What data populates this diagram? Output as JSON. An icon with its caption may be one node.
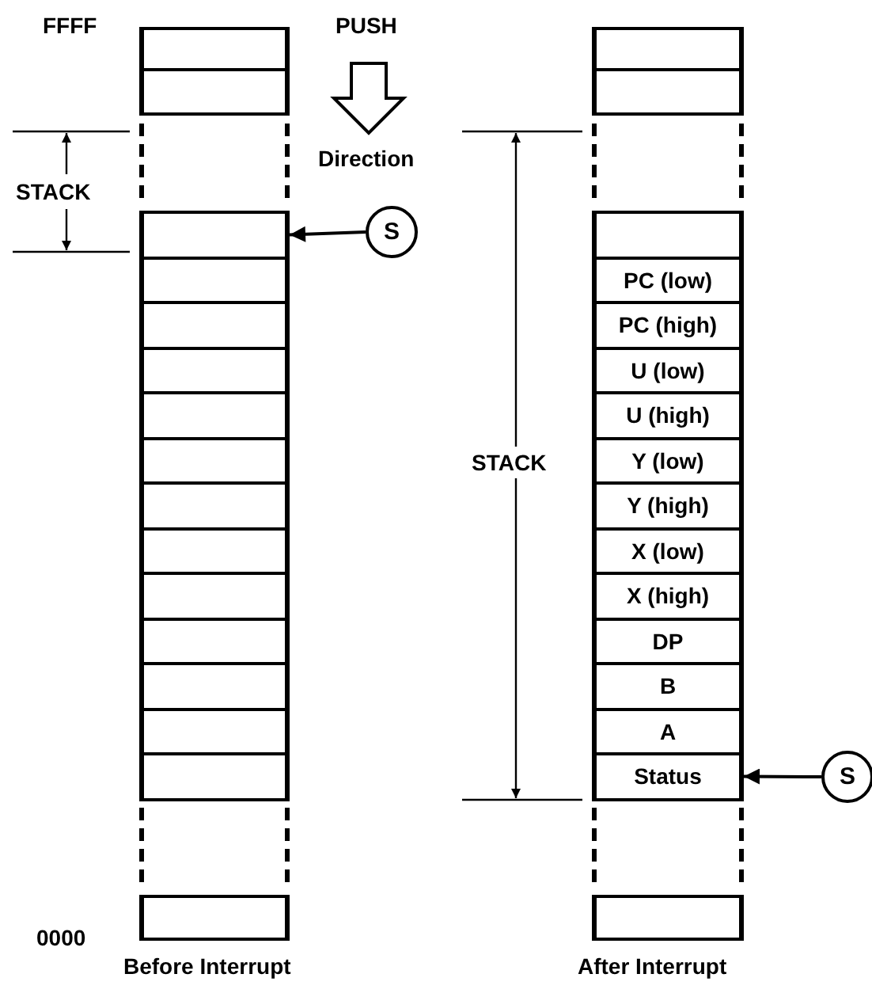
{
  "diagram": {
    "nodes": [
      {
        "text": [],
        "shape": "box"
      },
      {
        "text": [],
        "shape": "box"
      },
      {
        "text": [],
        "shape": "box"
      },
      {
        "text": [],
        "shape": "box"
      },
      {
        "text": [],
        "shape": "box"
      },
      {
        "text": [],
        "shape": "box"
      },
      {
        "text": [],
        "shape": "box"
      },
      {
        "text": [],
        "shape": "box"
      },
      {
        "text": [],
        "shape": "box"
      },
      {
        "text": [],
        "shape": "box"
      },
      {
        "text": [],
        "shape": "box"
      },
      {
        "text": [],
        "shape": "box"
      },
      {
        "text": [],
        "shape": "box"
      },
      {
        "text": [],
        "shape": "box"
      },
      {
        "text": [],
        "shape": "box"
      },
      {
        "text": [],
        "shape": "box"
      },
      {
        "text": [
          "S"
        ]
      },
      {
        "text": [],
        "shape": "box"
      },
      {
        "text": [],
        "shape": "box"
      },
      {
        "text": [],
        "shape": "box"
      },
      {
        "text": [
          "PC (low)"
        ]
      },
      {
        "text": [
          "PC (high)"
        ]
      },
      {
        "text": [
          "U (low)"
        ]
      },
      {
        "text": [
          "U (high)"
        ]
      },
      {
        "text": [
          "Y (low)"
        ]
      },
      {
        "text": [
          "Y (high)"
        ]
      },
      {
        "text": [
          "X (low)"
        ]
      },
      {
        "text": [
          "X (high)"
        ]
      },
      {
        "text": [
          "DP"
        ]
      },
      {
        "text": [
          "B"
        ]
      },
      {
        "text": [
          "A"
        ]
      },
      {
        "text": [
          "Status"
        ]
      },
      {
        "text": [],
        "shape": "box"
      },
      {
        "text": [
          "S"
        ]
      }
    ],
    "edges": [
      {
        "from": 16,
        "to": 2,
        "arrow": "to"
      },
      {
        "from": 33,
        "to": 31,
        "arrow": "to"
      }
    ],
    "labels": [
      "FFFF",
      "PUSH",
      "Direction",
      "STACK",
      "STACK",
      "0000",
      "Before Interrupt",
      "After Interrupt"
    ]
  }
}
